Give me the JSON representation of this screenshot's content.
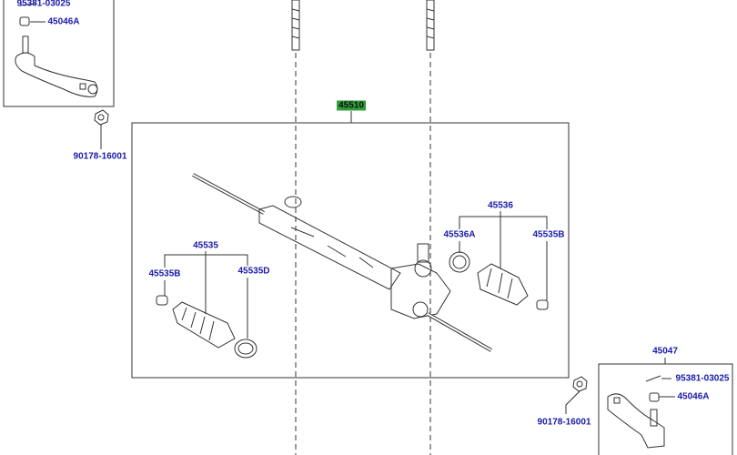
{
  "labels": {
    "assembly": "45510",
    "tl_cotter_pin": "95381-03025",
    "tl_nut": "45046A",
    "tl_hex_nut": "90178-16001",
    "boot_set_right": "45536",
    "boot_clamp_right_a": "45536A",
    "boot_clamp_right_b": "45535B",
    "boot_set_left": "45535",
    "boot_clamp_left_b": "45535B",
    "boot_clamp_left_d": "45535D",
    "tie_rod_end_right": "45047",
    "br_cotter_pin": "95381-03025",
    "br_nut": "45046A",
    "br_hex_nut": "90178-16001"
  },
  "colors": {
    "label": "#1a1aa8",
    "highlight": "#2e9e3a",
    "line": "#333333"
  }
}
